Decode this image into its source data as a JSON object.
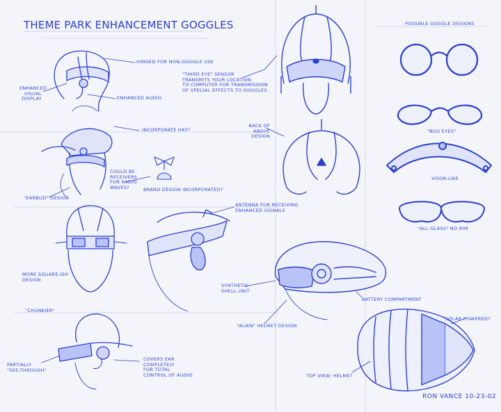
{
  "title": "THEME PARK ENHANCEMENT GOGGLES",
  "labels": {
    "hinged": "HINGED FOR NON-GOGGLE USE",
    "enhanced_visual": "ENHANCED\nVISUAL\nDISPLAY",
    "enhanced_audio": "ENHANCED AUDIO",
    "third_eye": "\"THIRD EYE\" SENSOR\nTRANSMITS YOUR LOCATION\nTO COMPUTER FOR TRANSMISSION\nOF SPECIAL EFFECTS TO GOGGLES",
    "possible_designs": "POSSIBLE GOGGLE DESIGNS",
    "incorporate_hat": "INCORPORATE HAT?",
    "back_of_above": "BACK OF\nABOVE DESIGN",
    "bug_eyes": "\"BUG EYES\"",
    "could_be": "COULD BE\nRECEIVERS\nFOR RADIO\nWAVES?",
    "brand_design": "BRAND DESIGN INCORPORATED?",
    "visor_like": "VISOR-LIKE",
    "earbud": "\"EARBUD\" DESIGN",
    "antenna": "ANTENNA FOR RECEIVING\nENHANCED SIGNALS",
    "all_glass": "\"ALL GLASS\" NO RIM",
    "more_square": "MORE SQUARE-ISH\nDESIGN",
    "synthetic_shell": "SYNTHETIC\nSHELL UNIT",
    "battery": "BATTERY COMPARTMENT",
    "chunkier": "\"CHUNKIER\"",
    "alien_helmet": "\"ALIEN\" HELMET DESIGN",
    "solar_powered": "SOLAR POWERED?",
    "partially_see_through": "PARTIALLY\n\"SEE-THROUGH\"",
    "covers_ear": "COVERS EAR\nCOMPLETELY\nFOR TOTAL\nCONTROL OF AUDIO",
    "top_view": "TOP VIEW: HELMET",
    "signature": "RON VANCE 10-23-02"
  },
  "colors": {
    "paper": "#f4f5fa",
    "ink": "#2a3fd0",
    "guide": "#c9cde8"
  }
}
